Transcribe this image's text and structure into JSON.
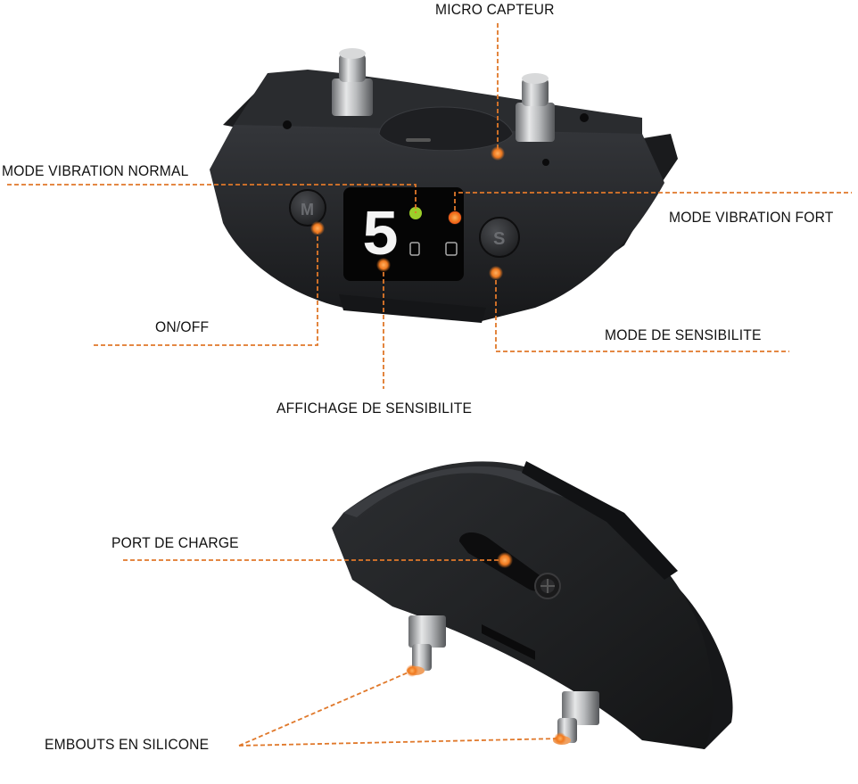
{
  "labels": {
    "micro_capteur": "MICRO CAPTEUR",
    "mode_vibration_normal": "MODE VIBRATION NORMAL",
    "mode_vibration_fort": "MODE VIBRATION FORT",
    "on_off": "ON/OFF",
    "mode_de_sensibilite": "MODE DE SENSIBILITE",
    "affichage_de_sensibilite": "AFFICHAGE DE SENSIBILITE",
    "port_de_charge": "PORT DE CHARGE",
    "embouts_en_silicone": "EMBOUTS EN SILICONE"
  },
  "device": {
    "display_digit": "5",
    "button_m": "M",
    "button_s": "S"
  },
  "colors": {
    "leader_line": "#e0782a",
    "marker_dot": "#f07a20",
    "led_green": "#9ccf2a",
    "led_red": "#f04a18",
    "device_body": "#222326",
    "display_bg": "#050505",
    "display_digit": "#f4f4f4"
  },
  "icons": {
    "marker": "orange-dot-marker",
    "button_m": "m-button-icon",
    "button_s": "s-button-icon"
  }
}
